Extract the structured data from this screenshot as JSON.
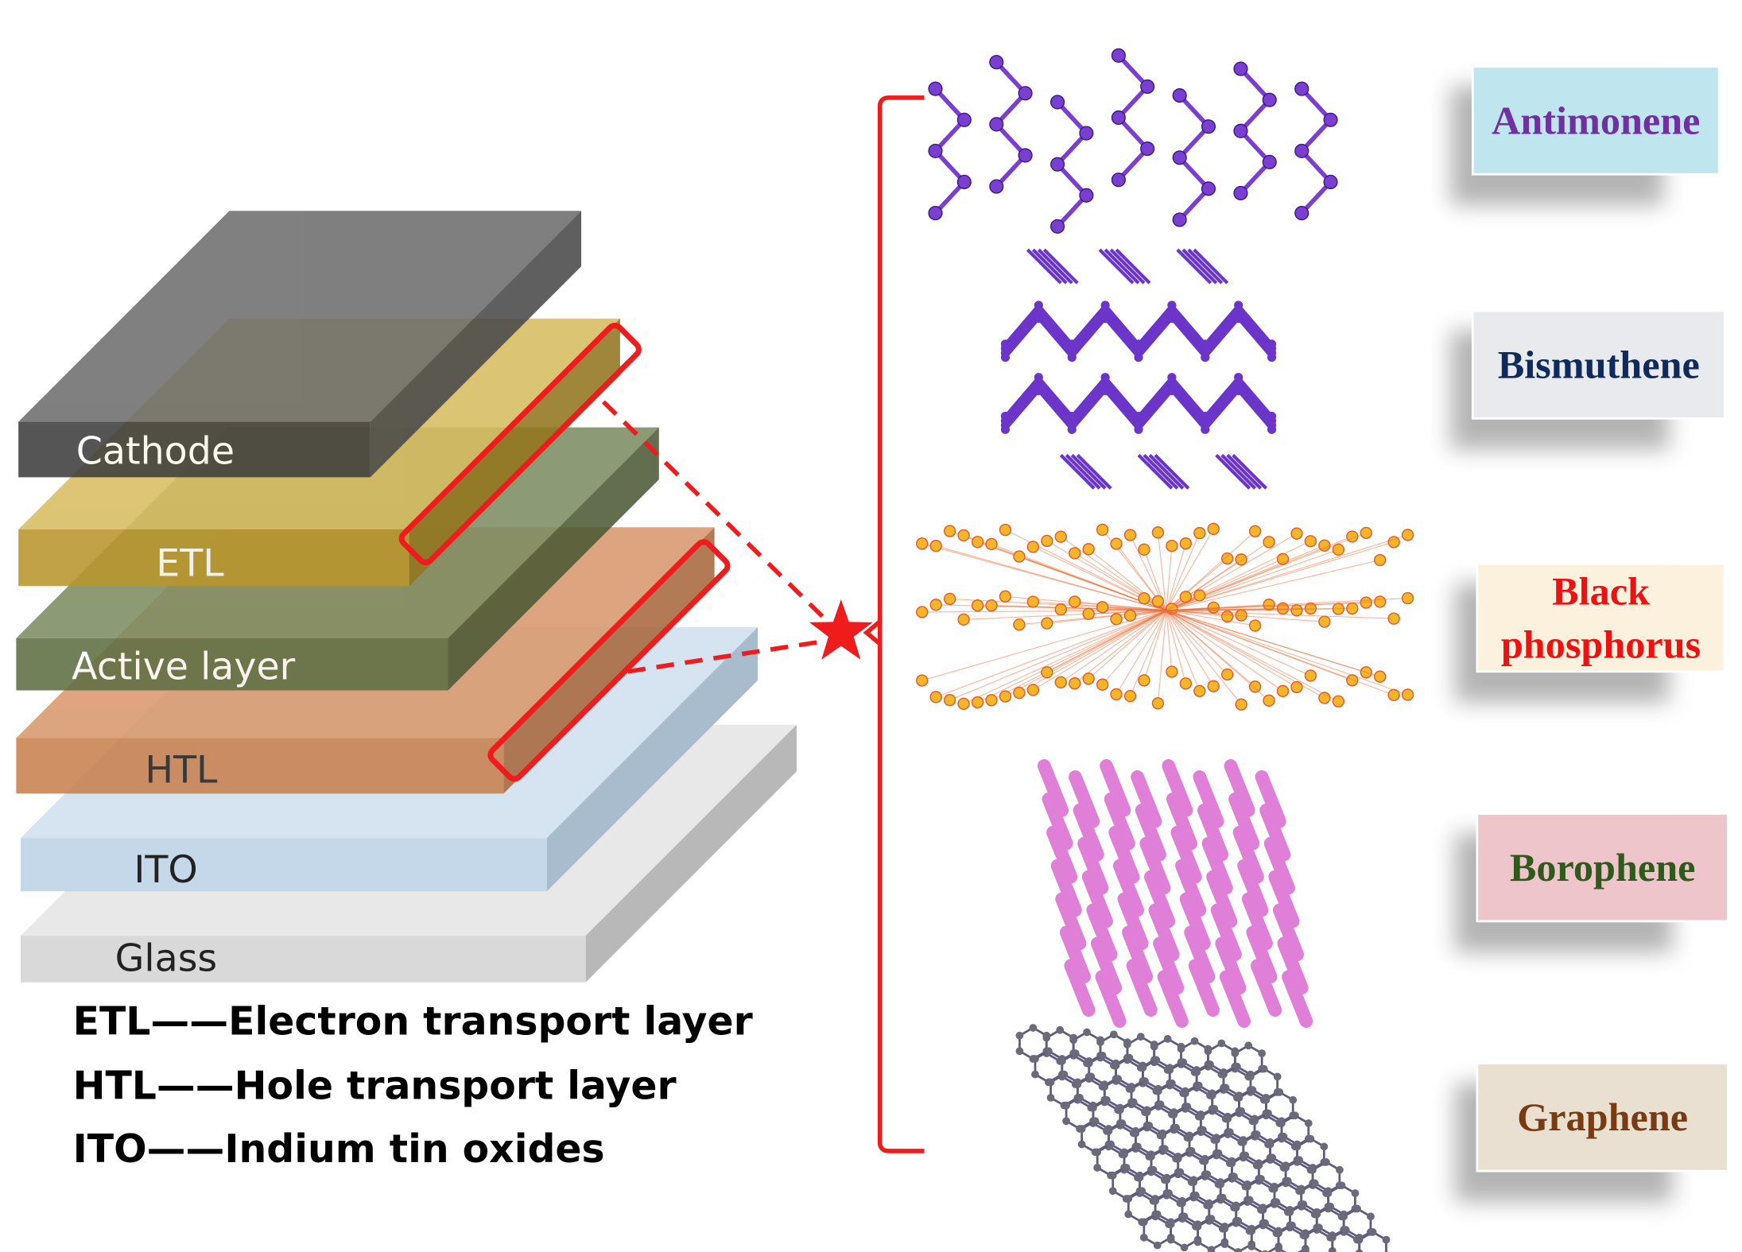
{
  "device_stack": {
    "layers": [
      {
        "key": "glass",
        "label": "Glass",
        "text_color": "#222222",
        "front": "#d9d9d9",
        "top": "#e8e8e8",
        "side": "#b8b8b8"
      },
      {
        "key": "ito",
        "label": "ITO",
        "text_color": "#222222",
        "front": "#c5d8ea",
        "top": "#d6e4f1",
        "side": "#a9bccd"
      },
      {
        "key": "htl",
        "label": "HTL",
        "text_color": "#222222",
        "front": "#c9814f",
        "top": "#d9996e",
        "side": "#a8693f"
      },
      {
        "key": "active",
        "label": "Active layer",
        "text_color": "#ffffff",
        "front": "#5f6f43",
        "top": "#7d8d62",
        "side": "#4d5b36"
      },
      {
        "key": "etl",
        "label": "ETL",
        "text_color": "#ffffff",
        "front": "#b9962e",
        "top": "#d8bd62",
        "side": "#93761f"
      },
      {
        "key": "cathode",
        "label": "Cathode",
        "text_color": "#ffffff",
        "front": "#3e3e3e",
        "top": "#6e6e6e",
        "side": "#4a4a4a"
      }
    ]
  },
  "legend": [
    "ETL——Electron transport layer",
    "HTL——Hole transport layer",
    "ITO——Indium tin oxides"
  ],
  "accent_color": "#ee1c1c",
  "materials": [
    {
      "key": "antimonene",
      "lines": [
        "Antimonene"
      ],
      "text_color": "#7030a0",
      "bg": "#bfe6ee",
      "atom": "#7a3fd0"
    },
    {
      "key": "bismuthene",
      "lines": [
        "Bismuthene"
      ],
      "text_color": "#0f2a5c",
      "bg": "#e8eaee",
      "atom": "#6a35c8"
    },
    {
      "key": "black_phosphorus",
      "lines": [
        "Black",
        "phosphorus"
      ],
      "text_color": "#ee1111",
      "bg": "#fbf1dc",
      "atom": "#f3b62a"
    },
    {
      "key": "borophene",
      "lines": [
        "Borophene"
      ],
      "text_color": "#2f5a1b",
      "bg": "#efc5cc",
      "atom": "#e07fd8"
    },
    {
      "key": "graphene",
      "lines": [
        "Graphene"
      ],
      "text_color": "#7a3b12",
      "bg": "#e9e0d2",
      "atom": "#5f5a80"
    }
  ]
}
